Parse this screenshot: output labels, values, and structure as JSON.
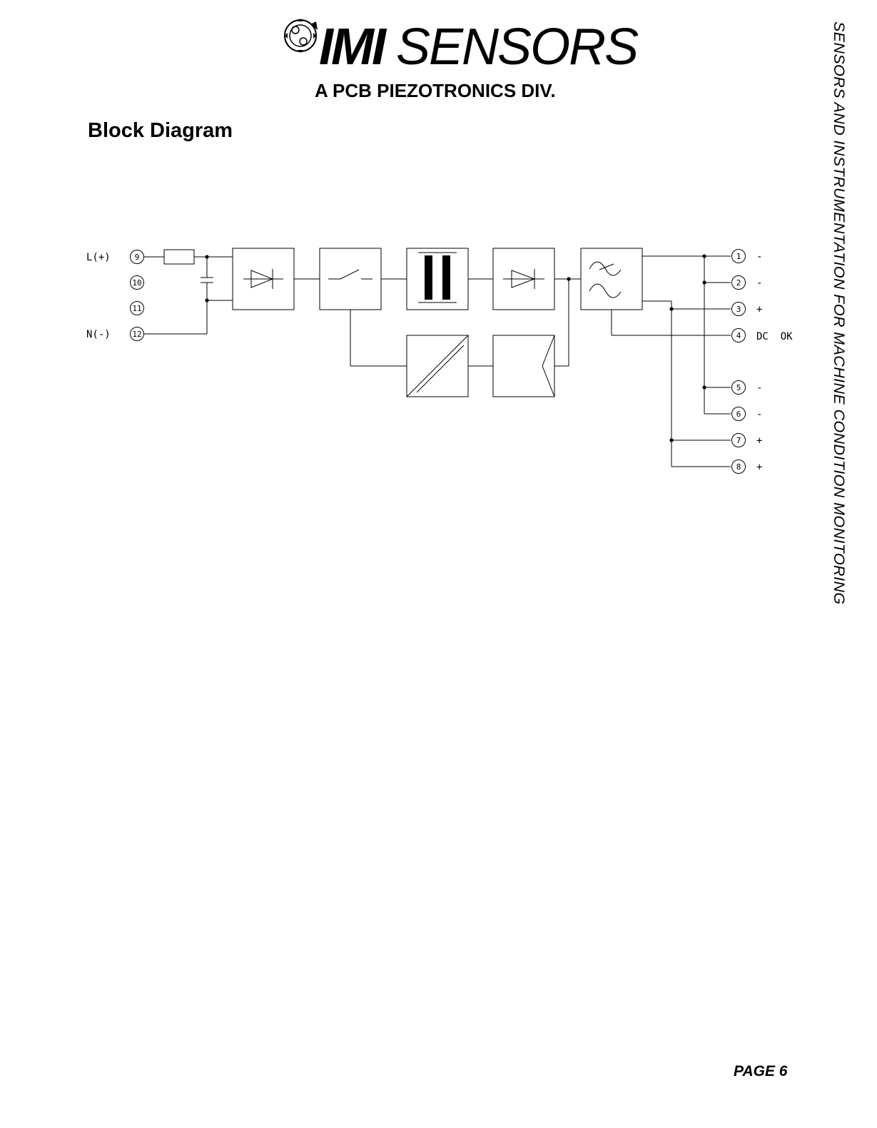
{
  "header": {
    "logo_text": "IMI",
    "logo_text_2": "SENSORS",
    "logo_subtitle": "A PCB PIEZOTRONICS DIV."
  },
  "page_title": "Block Diagram",
  "side_banner": "SENSORS AND INSTRUMENTATION FOR MACHINE CONDITION MONITORING",
  "footer": {
    "page_label": "PAGE 6"
  },
  "diagram": {
    "input_labels": {
      "l_plus": "L(+)",
      "n_minus": "N(-)"
    },
    "input_terminals": [
      "9",
      "10",
      "11",
      "12"
    ],
    "output_terminals": [
      "1",
      "2",
      "3",
      "4",
      "5",
      "6",
      "7",
      "8"
    ],
    "output_polarities": [
      "-",
      "-",
      "+",
      "DC  OK",
      "-",
      "-",
      "+",
      "+"
    ]
  },
  "colors": {
    "ink": "#000000",
    "background": "#ffffff"
  }
}
